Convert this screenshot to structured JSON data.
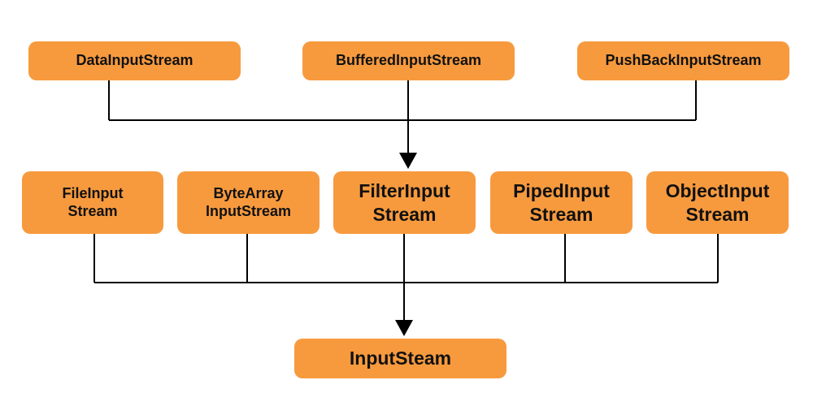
{
  "diagram": {
    "colors": {
      "box_fill": "#F79A3E",
      "line": "#000000",
      "text": "#111111"
    },
    "top_row": [
      {
        "id": "data",
        "label": "DataInputStream"
      },
      {
        "id": "buffered",
        "label": "BufferedInputStream"
      },
      {
        "id": "pushback",
        "label": "PushBackInputStream"
      }
    ],
    "middle_row": [
      {
        "id": "file",
        "lines": [
          "FileInput",
          "Stream"
        ]
      },
      {
        "id": "bytearray",
        "lines": [
          "ByteArray",
          "InputStream"
        ]
      },
      {
        "id": "filter",
        "lines": [
          "FilterInput",
          "Stream"
        ]
      },
      {
        "id": "piped",
        "lines": [
          "PipedInput",
          "Stream"
        ]
      },
      {
        "id": "object",
        "lines": [
          "ObjectInput",
          "Stream"
        ]
      }
    ],
    "base": {
      "id": "input",
      "label": "InputSteam"
    },
    "edges": [
      {
        "from": [
          "data",
          "buffered",
          "pushback"
        ],
        "to": "filter"
      },
      {
        "from": [
          "file",
          "bytearray",
          "filter",
          "piped",
          "object"
        ],
        "to": "input"
      }
    ]
  }
}
